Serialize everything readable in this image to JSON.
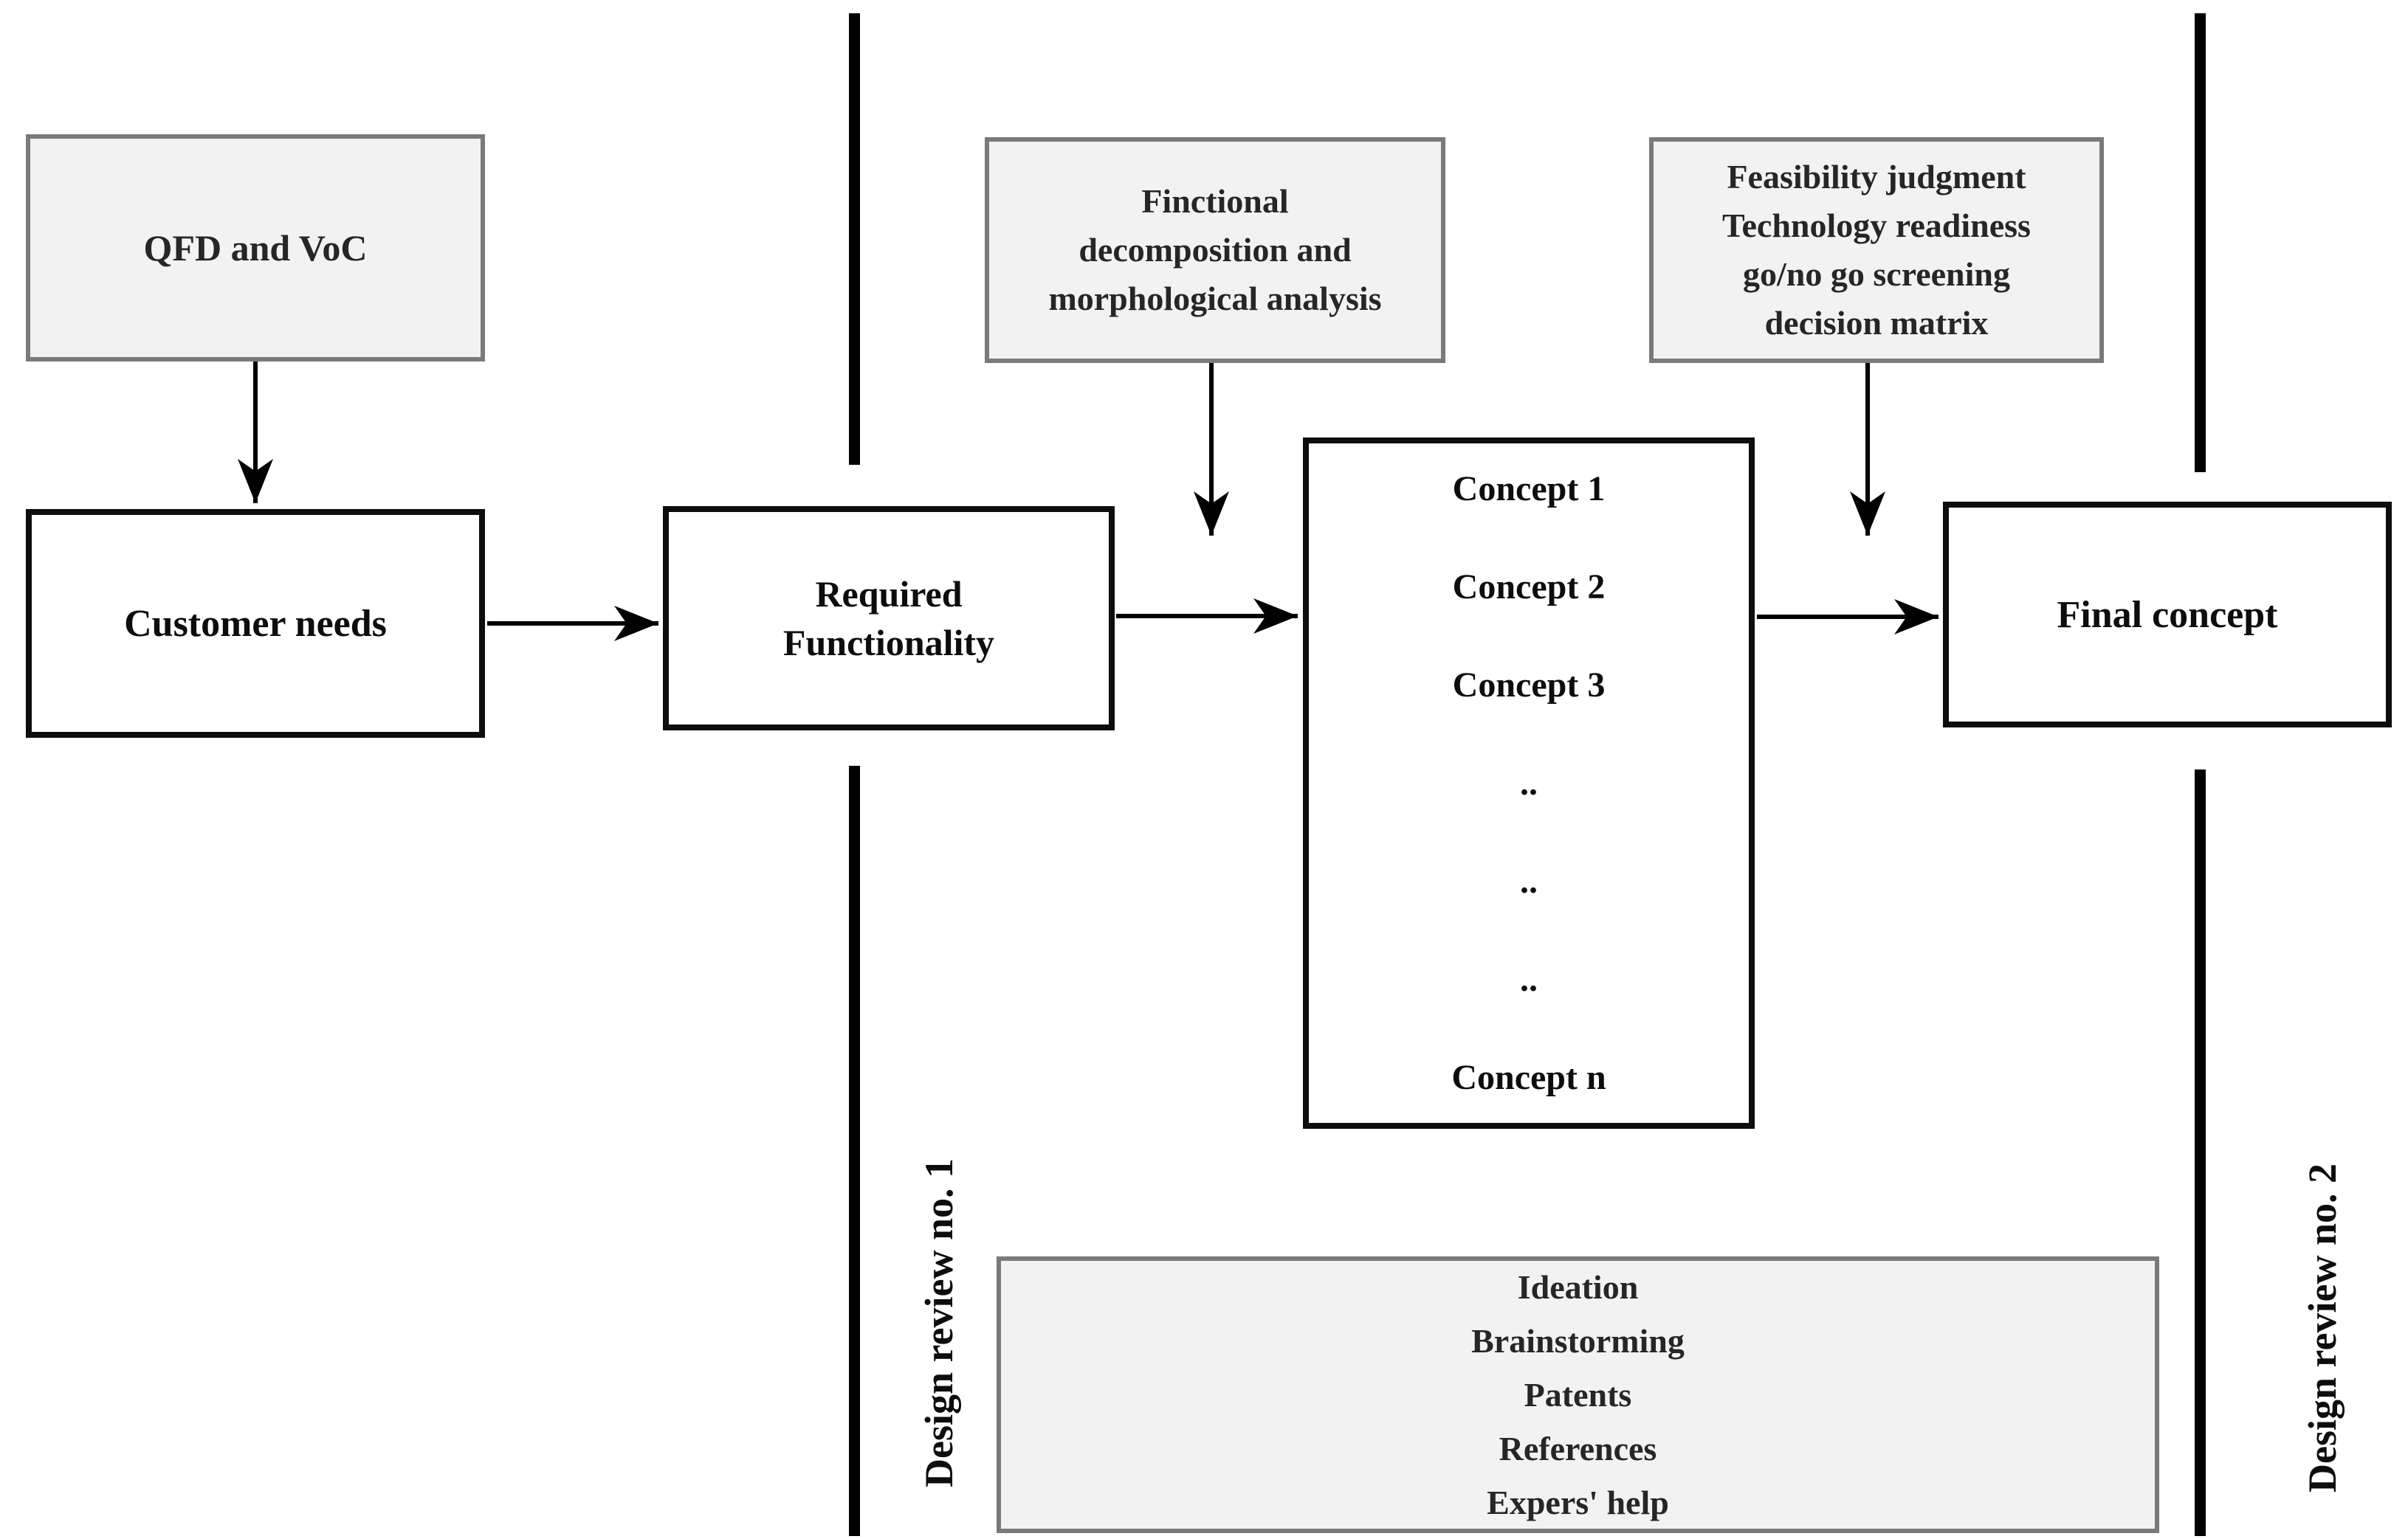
{
  "diagram": {
    "title": "Concept design process flowchart",
    "colors": {
      "background": "#ffffff",
      "method_box_fill": "#f2f2f2",
      "method_box_border": "#7a7a7a",
      "stage_box_fill": "#ffffff",
      "stage_box_border": "#0d0d0d",
      "connector": "#000000",
      "text": "#0d0d0d"
    },
    "boxes": {
      "qfd": {
        "label": "QFD and VoC"
      },
      "customer_needs": {
        "label": "Customer needs"
      },
      "required_functionality": {
        "lines": [
          "Required",
          "Functionality"
        ]
      },
      "functional_decomposition": {
        "lines": [
          "Finctional",
          "decomposition and",
          "morphological analysis"
        ]
      },
      "feasibility": {
        "lines": [
          "Feasibility judgment",
          "Technology readiness",
          "go/no go screening",
          "decision matrix"
        ]
      },
      "concepts": {
        "lines": [
          "Concept 1",
          "Concept 2",
          "Concept 3",
          "..",
          "..",
          "..",
          "Concept n"
        ]
      },
      "final_concept": {
        "label": "Final concept"
      },
      "ideation": {
        "lines": [
          "Ideation",
          "Brainstorming",
          "Patents",
          "References",
          "Expers' help"
        ]
      }
    },
    "gates": {
      "review_1": {
        "label": "Design review no. 1"
      },
      "review_2": {
        "label": "Design review no. 2"
      }
    }
  }
}
